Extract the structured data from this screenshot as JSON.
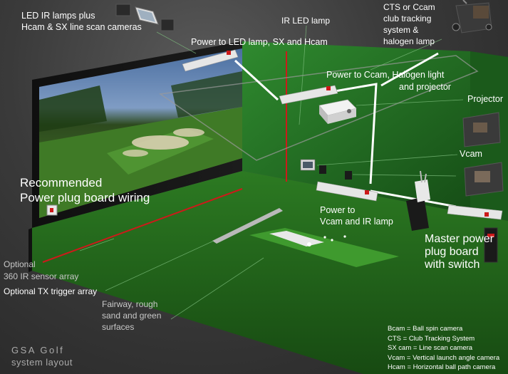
{
  "labels": {
    "led_ir_line1": "LED IR lamps plus",
    "led_ir_line2": "Hcam & SX line scan cameras",
    "ir_led_lamp": "IR LED lamp",
    "cts_line1": "CTS or Ccam",
    "cts_line2": "club tracking",
    "cts_line3": "system &",
    "cts_line4": "halogen lamp",
    "power_led": "Power to LED lamp, SX and Hcam",
    "power_ccam_line1": "Power to Ccam, Halogen light",
    "power_ccam_line2": "and projector",
    "projector": "Projector",
    "vcam": "Vcam",
    "recommended_line1": "Recommended",
    "recommended_line2": "Power plug board wiring",
    "power_vcam_line1": "Power to",
    "power_vcam_line2": "Vcam and IR lamp",
    "master_line1": "Master power",
    "master_line2": "plug board",
    "master_line3": "with switch",
    "optional_360_line1": "Optional",
    "optional_360_line2": "360 IR sensor array",
    "optional_tx": "Optional TX trigger array",
    "fairway_line1": "Fairway, rough",
    "fairway_line2": "sand and green",
    "fairway_line3": "surfaces"
  },
  "legend": [
    "Bcam = Ball spin camera",
    "CTS = Club Tracking System",
    "SX cam = Line scan camera",
    "Vcam = Vertical launch angle camera",
    "Hcam = Horizontal ball path camera"
  ],
  "brand": {
    "line1": "GSA Golf",
    "line2": "system layout"
  },
  "colors": {
    "background": "#3a3a3a",
    "wall_green": "#1f6b1f",
    "turf_green": "#1d5a18",
    "wire": "#ffffff",
    "leader": "#7fbf7f",
    "red_line": "#cc1a1a"
  }
}
